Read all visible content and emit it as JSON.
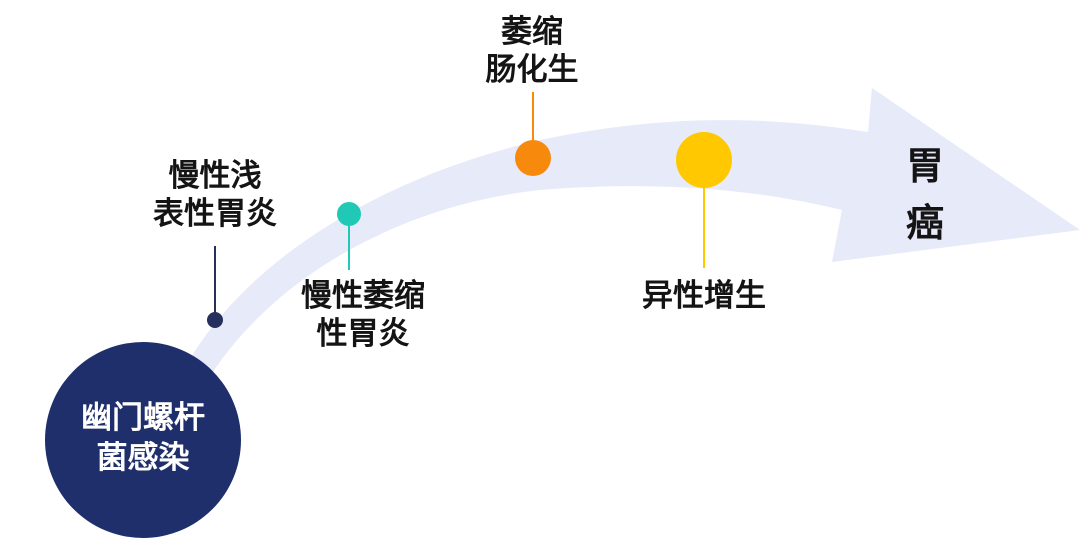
{
  "stages": {
    "start": "幽门螺杆\n菌感染",
    "superficial_gastritis": "慢性浅\n表性胃炎",
    "atrophic_gastritis": "慢性萎缩\n性胃炎",
    "intestinal_metaplasia": "萎缩\n肠化生",
    "dysplasia": "异性增生",
    "cancer": "胃\n癌"
  },
  "colors": {
    "arrow": "#e6eaf9",
    "start_circle": "#1f2f6b",
    "superficial_dot": "#26305e",
    "atrophic_dot": "#1fc9b5",
    "metaplasia_dot": "#f7890c",
    "dysplasia_dot": "#ffc800"
  }
}
